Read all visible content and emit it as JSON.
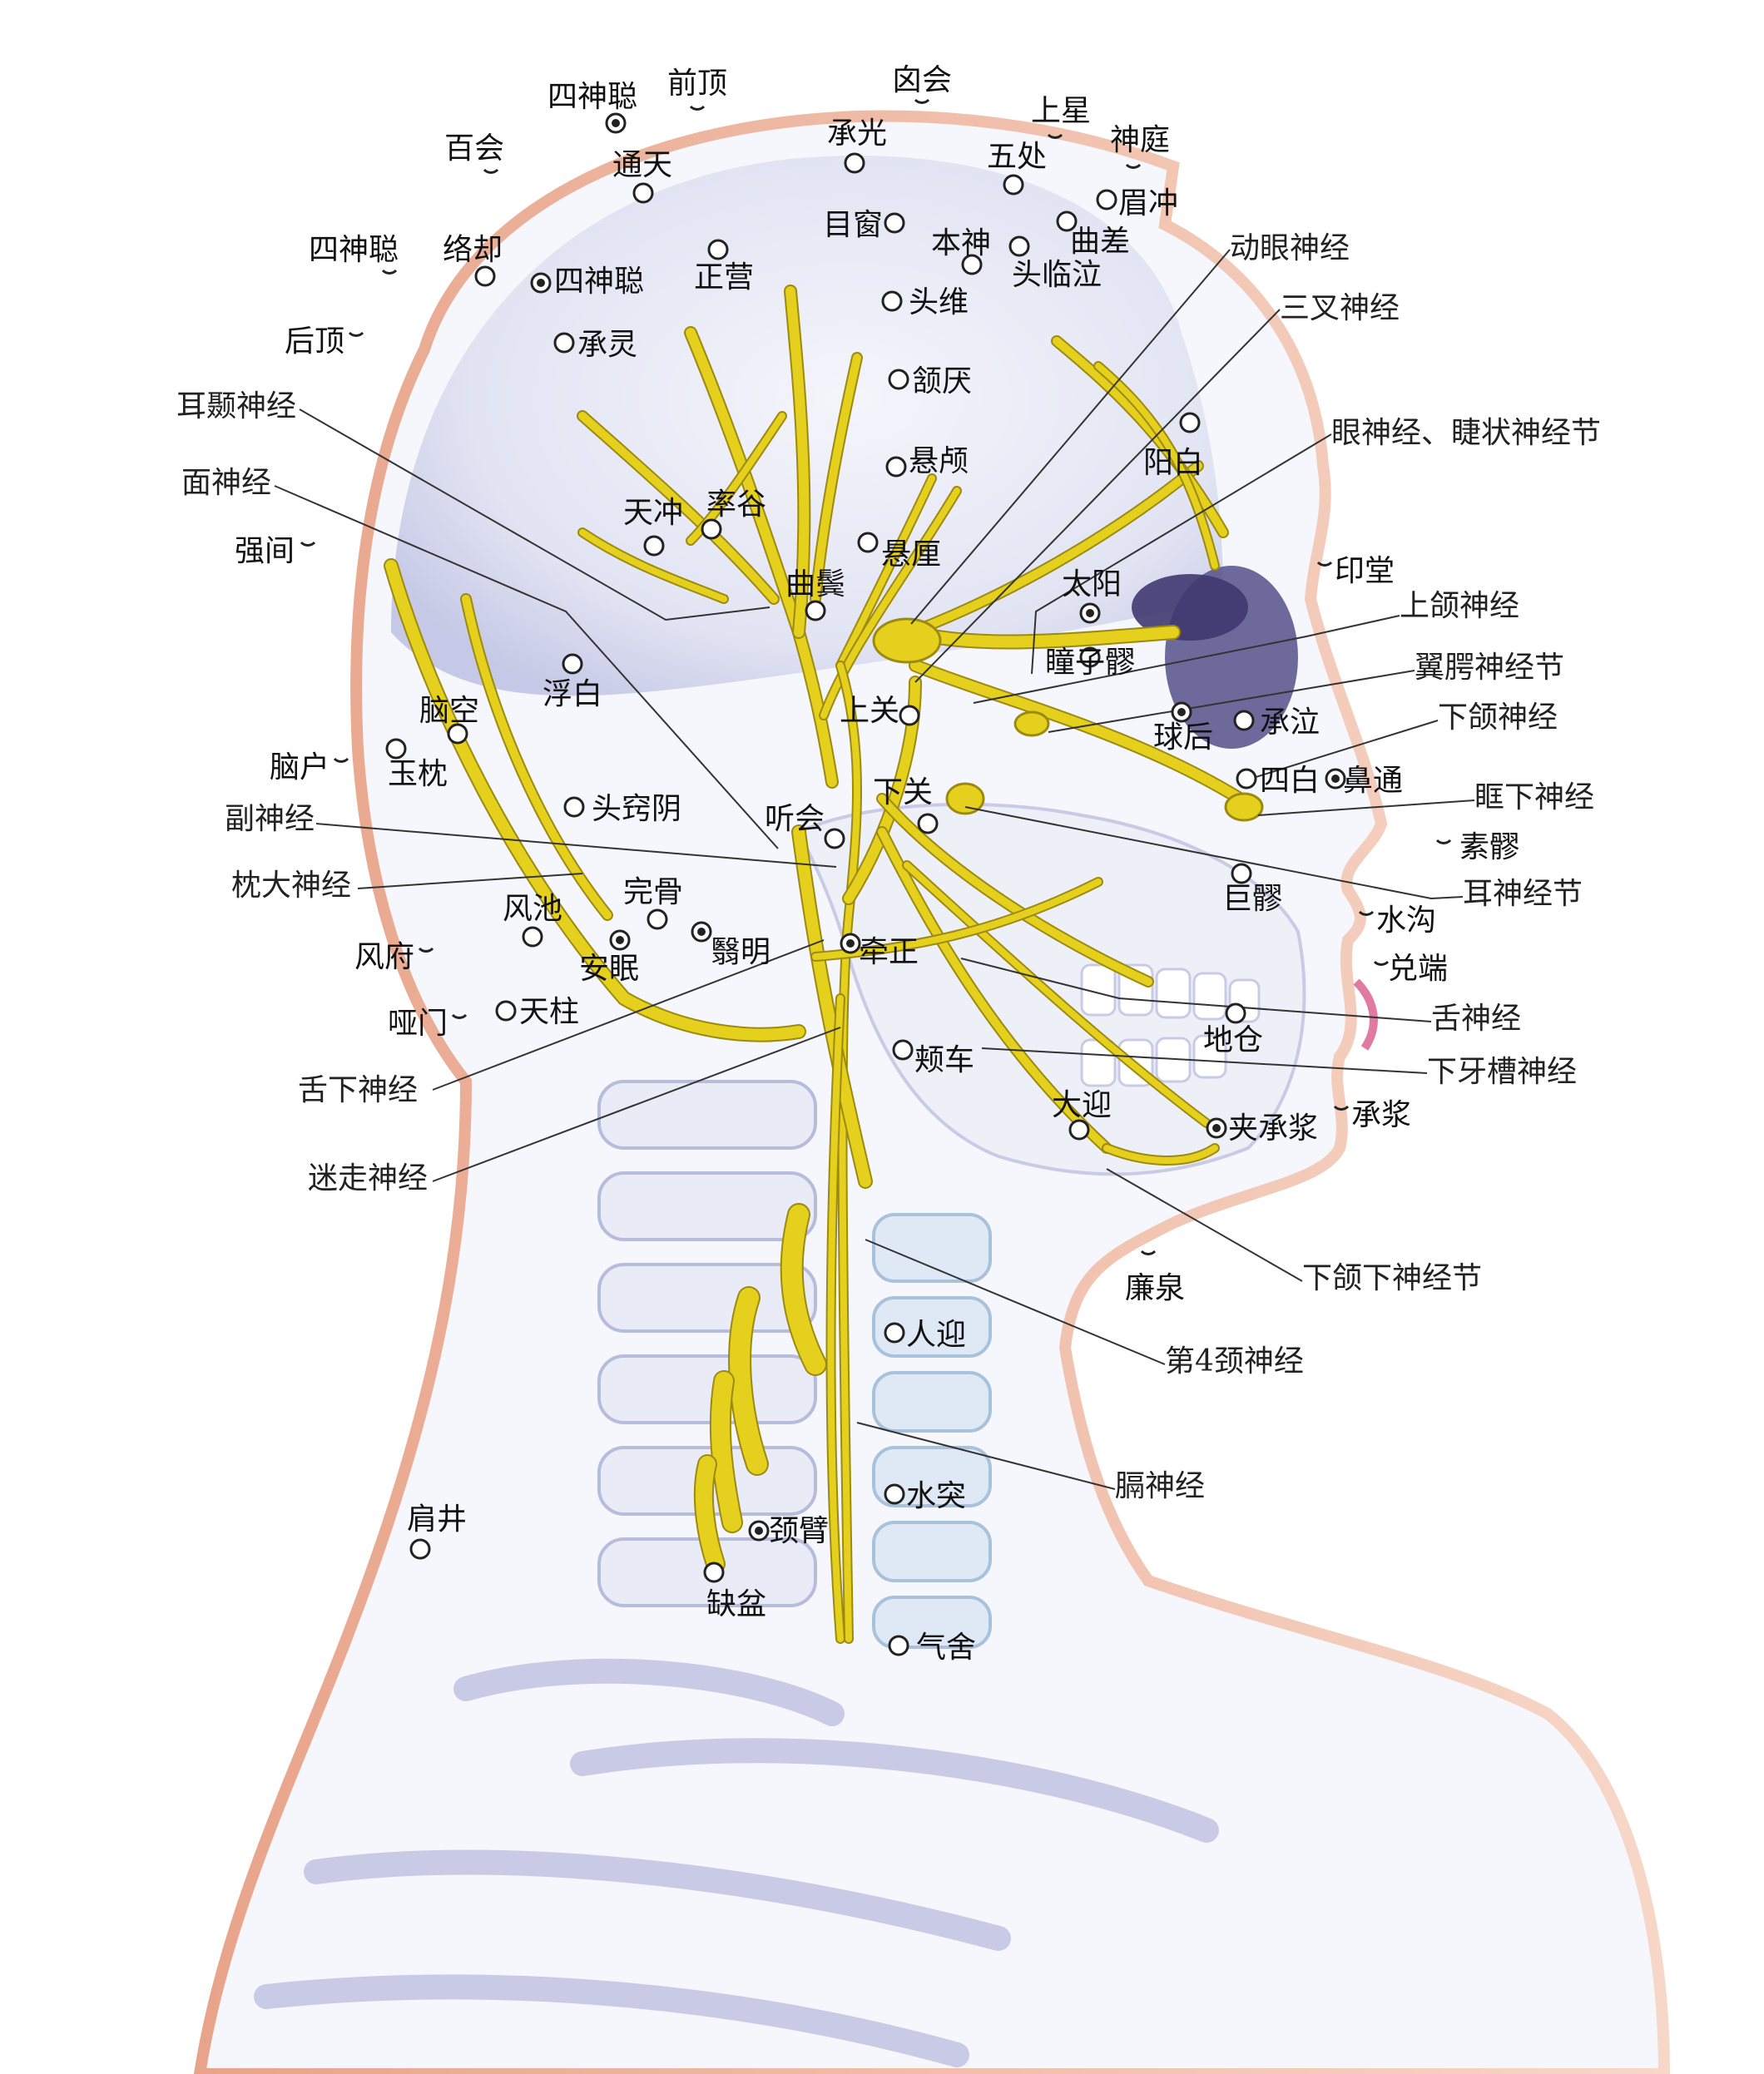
{
  "acupoints": [
    {
      "id": "sishencong-1",
      "label": "四神聪",
      "marker": "dot"
    },
    {
      "id": "qianding",
      "label": "前顶",
      "marker": "arc"
    },
    {
      "id": "xinhui",
      "label": "囟会",
      "marker": "arc"
    },
    {
      "id": "shangxing",
      "label": "上星",
      "marker": "arc"
    },
    {
      "id": "baihui",
      "label": "百会",
      "marker": "arc"
    },
    {
      "id": "tongtian",
      "label": "通天",
      "marker": "ring"
    },
    {
      "id": "chengguang",
      "label": "承光",
      "marker": "ring"
    },
    {
      "id": "wuchu",
      "label": "五处",
      "marker": "ring"
    },
    {
      "id": "shenting",
      "label": "神庭",
      "marker": "arc"
    },
    {
      "id": "meichong",
      "label": "眉冲",
      "marker": "ring"
    },
    {
      "id": "sishencong-2",
      "label": "四神聪",
      "marker": "arc"
    },
    {
      "id": "luoque",
      "label": "络却",
      "marker": "ring"
    },
    {
      "id": "sishencong-3",
      "label": "四神聪",
      "marker": "dot"
    },
    {
      "id": "zhengying",
      "label": "正营",
      "marker": "ring"
    },
    {
      "id": "muchuang",
      "label": "目窗",
      "marker": "ring"
    },
    {
      "id": "benshen",
      "label": "本神",
      "marker": "ring"
    },
    {
      "id": "qucha",
      "label": "曲差",
      "marker": "ring"
    },
    {
      "id": "toulinqi",
      "label": "头临泣",
      "marker": "ring"
    },
    {
      "id": "houding",
      "label": "后顶",
      "marker": "arc"
    },
    {
      "id": "chengling",
      "label": "承灵",
      "marker": "ring"
    },
    {
      "id": "touwei",
      "label": "头维",
      "marker": "ring"
    },
    {
      "id": "hanyan",
      "label": "颔厌",
      "marker": "ring"
    },
    {
      "id": "yangbai",
      "label": "阳白",
      "marker": "ring"
    },
    {
      "id": "xuanlu",
      "label": "悬颅",
      "marker": "ring"
    },
    {
      "id": "tianchong",
      "label": "天冲",
      "marker": "ring"
    },
    {
      "id": "shuaigu",
      "label": "率谷",
      "marker": "ring"
    },
    {
      "id": "xuanli",
      "label": "悬厘",
      "marker": "ring"
    },
    {
      "id": "qiangjian",
      "label": "强间",
      "marker": "arc"
    },
    {
      "id": "yintang",
      "label": "印堂",
      "marker": "arc"
    },
    {
      "id": "qubin",
      "label": "曲鬓",
      "marker": "ring"
    },
    {
      "id": "taiyang",
      "label": "太阳",
      "marker": "dot"
    },
    {
      "id": "tongziliao",
      "label": "瞳子髎",
      "marker": "ring"
    },
    {
      "id": "fubai",
      "label": "浮白",
      "marker": "ring"
    },
    {
      "id": "naokong",
      "label": "脑空",
      "marker": "ring"
    },
    {
      "id": "shangguan",
      "label": "上关",
      "marker": "ring"
    },
    {
      "id": "qiuhou",
      "label": "球后",
      "marker": "dot"
    },
    {
      "id": "chengqi",
      "label": "承泣",
      "marker": "ring"
    },
    {
      "id": "naohu",
      "label": "脑户",
      "marker": "arc"
    },
    {
      "id": "yuzhen",
      "label": "玉枕",
      "marker": "ring"
    },
    {
      "id": "sibai",
      "label": "四白",
      "marker": "ring"
    },
    {
      "id": "bitong",
      "label": "鼻通",
      "marker": "dot"
    },
    {
      "id": "xiaguan",
      "label": "下关",
      "marker": "ring"
    },
    {
      "id": "touqiaoyin",
      "label": "头窍阴",
      "marker": "ring"
    },
    {
      "id": "tinghui",
      "label": "听会",
      "marker": "ring"
    },
    {
      "id": "suliao",
      "label": "素髎",
      "marker": "arc"
    },
    {
      "id": "juliao",
      "label": "巨髎",
      "marker": "ring"
    },
    {
      "id": "wangu",
      "label": "完骨",
      "marker": "ring"
    },
    {
      "id": "fengchi",
      "label": "风池",
      "marker": "ring"
    },
    {
      "id": "shuigou",
      "label": "水沟",
      "marker": "arc"
    },
    {
      "id": "fengfu",
      "label": "风府",
      "marker": "arc"
    },
    {
      "id": "anmian",
      "label": "安眠",
      "marker": "dot"
    },
    {
      "id": "yiming",
      "label": "翳明",
      "marker": "dot"
    },
    {
      "id": "qianzheng",
      "label": "牵正",
      "marker": "dot"
    },
    {
      "id": "duiduan",
      "label": "兑端",
      "marker": "arc"
    },
    {
      "id": "yamen",
      "label": "哑门",
      "marker": "arc"
    },
    {
      "id": "tianzhu",
      "label": "天柱",
      "marker": "ring"
    },
    {
      "id": "dicang",
      "label": "地仓",
      "marker": "ring"
    },
    {
      "id": "jiache",
      "label": "颊车",
      "marker": "ring"
    },
    {
      "id": "daying",
      "label": "大迎",
      "marker": "ring"
    },
    {
      "id": "jiachengjiang",
      "label": "夹承浆",
      "marker": "dot"
    },
    {
      "id": "chengjiang",
      "label": "承浆",
      "marker": "arc"
    },
    {
      "id": "lianquan",
      "label": "廉泉",
      "marker": "arc"
    },
    {
      "id": "renying",
      "label": "人迎",
      "marker": "ring"
    },
    {
      "id": "shuitu",
      "label": "水突",
      "marker": "ring"
    },
    {
      "id": "jianjing",
      "label": "肩井",
      "marker": "ring"
    },
    {
      "id": "jingbi",
      "label": "颈臂",
      "marker": "dot"
    },
    {
      "id": "quepen",
      "label": "缺盆",
      "marker": "ring"
    },
    {
      "id": "qishe",
      "label": "气舍",
      "marker": "ring"
    }
  ],
  "nerve_labels": [
    {
      "id": "dongyan",
      "label": "动眼神经"
    },
    {
      "id": "sancha",
      "label": "三叉神经"
    },
    {
      "id": "yanshenjing",
      "label": "眼神经、睫状神经节"
    },
    {
      "id": "erni",
      "label": "耳颞神经"
    },
    {
      "id": "mian",
      "label": "面神经"
    },
    {
      "id": "shanghe",
      "label": "上颌神经"
    },
    {
      "id": "yiqiang",
      "label": "翼腭神经节"
    },
    {
      "id": "xiahe",
      "label": "下颌神经"
    },
    {
      "id": "kuangxia",
      "label": "眶下神经"
    },
    {
      "id": "fu",
      "label": "副神经"
    },
    {
      "id": "zhenda",
      "label": "枕大神经"
    },
    {
      "id": "ershenjingjie",
      "label": "耳神经节"
    },
    {
      "id": "she",
      "label": "舌神经"
    },
    {
      "id": "shexia",
      "label": "舌下神经"
    },
    {
      "id": "xiayacao",
      "label": "下牙槽神经"
    },
    {
      "id": "mizou",
      "label": "迷走神经"
    },
    {
      "id": "xiahexia",
      "label": "下颌下神经节"
    },
    {
      "id": "jing4",
      "label": "第4颈神经"
    },
    {
      "id": "ge",
      "label": "膈神经"
    }
  ],
  "colors": {
    "nerve": "#e6d01e",
    "skin_edge": "#e08a6a",
    "skull_shade": "#c9cbe6",
    "eye": "#56508a"
  }
}
